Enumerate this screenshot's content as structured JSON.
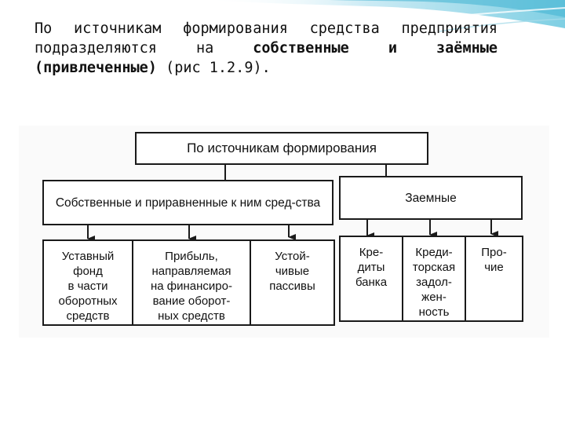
{
  "intro": {
    "part1": "По источникам формирования средства предприятия подразделяются на ",
    "bold": "собственные и заёмные (привлеченные)",
    "part2": " (рис 1.2.9)."
  },
  "diagram": {
    "root": "По источникам формирования",
    "own": {
      "label": "Собственные и приравненные к ним сред-ства",
      "items": [
        "Уставный\nфонд\nв части\nоборотных\nсредств",
        "Прибыль,\nнаправляемая\nна финансиро-\nвание оборот-\nных средств",
        "Устой-\nчивые\nпассивы"
      ]
    },
    "borrowed": {
      "label": "Заемные",
      "items": [
        "Кре-\nдиты\nбанка",
        "Креди-\nторская\nзадол-\nжен-\nность",
        "Про-\nчие"
      ]
    }
  }
}
